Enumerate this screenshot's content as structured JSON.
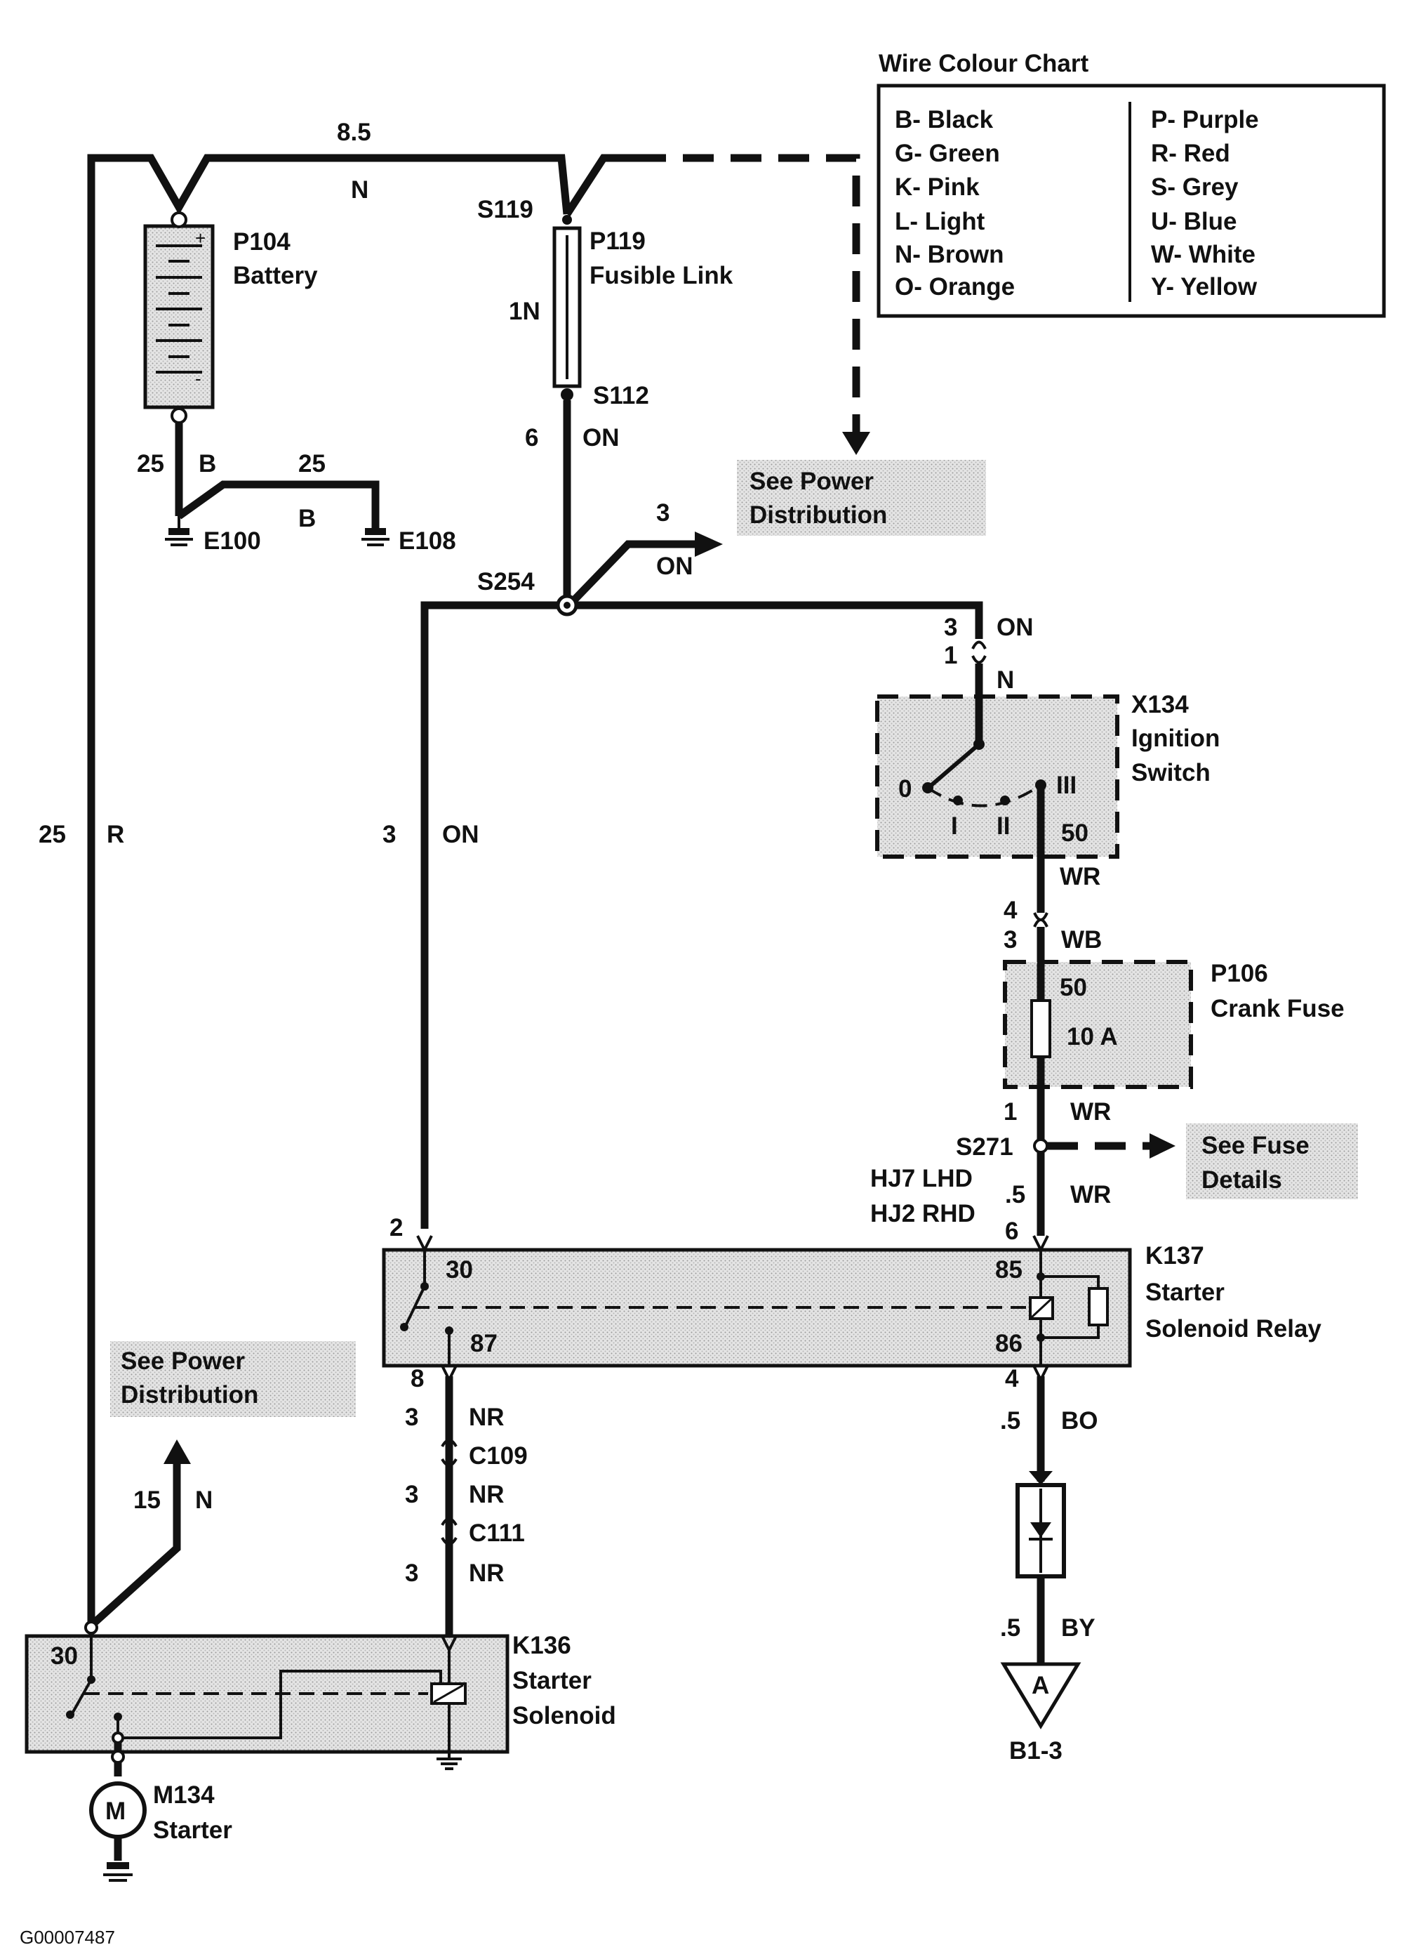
{
  "legend": {
    "title": "Wire Colour Chart",
    "left": [
      "B- Black",
      "G- Green",
      "K- Pink",
      "L- Light",
      "N- Brown",
      "O- Orange"
    ],
    "right": [
      "P- Purple",
      "R- Red",
      "S- Grey",
      "U- Blue",
      "W- White",
      "Y- Yellow"
    ]
  },
  "components": {
    "battery_id": "P104",
    "battery_name": "Battery",
    "fusible_id": "P119",
    "fusible_name": "Fusible Link",
    "ign_id": "X134",
    "ign_name1": "Ignition",
    "ign_name2": "Switch",
    "fuse_id": "P106",
    "fuse_name": "Crank Fuse",
    "fuse_rating": "10 A",
    "fuse_num": "50",
    "relay_id": "K137",
    "relay_name1": "Starter",
    "relay_name2": "Solenoid Relay",
    "solenoid_id": "K136",
    "solenoid_name1": "Starter",
    "solenoid_name2": "Solenoid",
    "starter_id": "M134",
    "starter_name": "Starter",
    "motor_letter": "M"
  },
  "labels": {
    "top_gauge": "8.5",
    "top_color": "N",
    "s119": "S119",
    "s112": "S112",
    "s254": "S254",
    "s271": "S271",
    "one_n": "1N",
    "g6": "6",
    "on1": "ON",
    "g25a": "25",
    "b_a": "B",
    "g25b": "25",
    "b_b": "B",
    "e100": "E100",
    "e108": "E108",
    "g3a": "3",
    "on_a": "ON",
    "see_power": "See Power",
    "distribution": "Distribution",
    "left_gauge": "25",
    "left_color": "R",
    "mid_gauge": "3",
    "mid_color": "ON",
    "ign_3": "3",
    "ign_on": "ON",
    "ign_1": "1",
    "ign_n": "N",
    "pos0": "0",
    "posI": "I",
    "posII": "II",
    "posIII": "III",
    "pos50": "50",
    "wr1": "WR",
    "c4": "4",
    "c3": "3",
    "wb": "WB",
    "fuse1": "1",
    "wr2": "WR",
    "see_fuse": "See Fuse",
    "details": "Details",
    "hj7": "HJ7 LHD",
    "hj2": "HJ2 RHD",
    "g05a": ".5",
    "g6b": "6",
    "wr3": "WR",
    "pin2": "2",
    "pin30": "30",
    "pin87": "87",
    "pin85": "85",
    "pin86": "86",
    "pin8": "8",
    "nr3a": "3",
    "nr_a": "NR",
    "c109": "C109",
    "nr3b": "3",
    "nr_b": "NR",
    "c111": "C111",
    "nr3c": "3",
    "nr_c": "NR",
    "pin4": "4",
    "g05b": ".5",
    "bo": "BO",
    "g05c": ".5",
    "by": "BY",
    "tri_letter": "A",
    "b13": "B1-3",
    "g15": "15",
    "n15": "N",
    "sol30": "30",
    "code": "G00007487"
  }
}
